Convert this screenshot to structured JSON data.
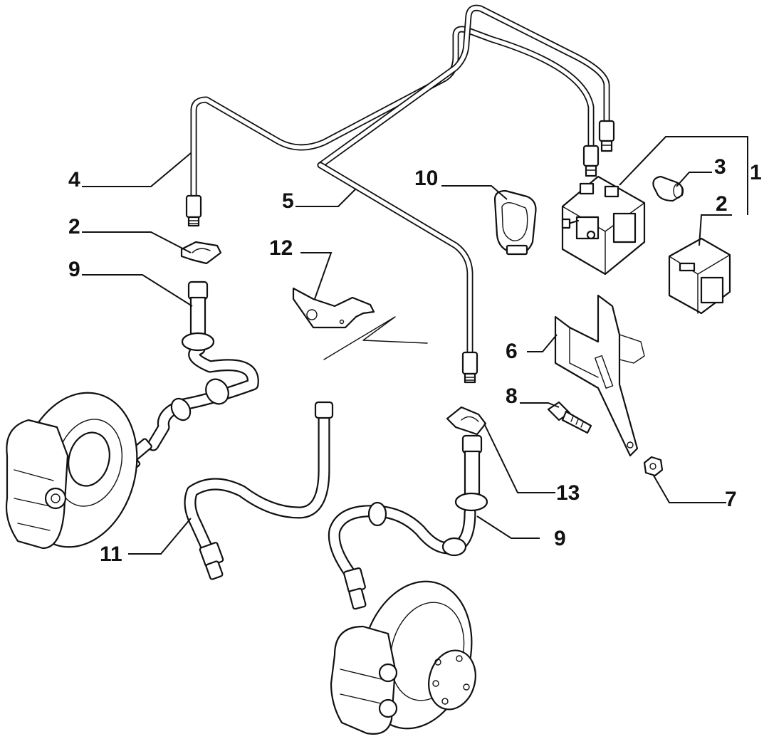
{
  "callouts": {
    "c1": "1",
    "c2a": "2",
    "c2b": "2",
    "c3": "3",
    "c4": "4",
    "c5": "5",
    "c6": "6",
    "c7": "7",
    "c8": "8",
    "c9a": "9",
    "c9b": "9",
    "c10": "10",
    "c11": "11",
    "c12": "12",
    "c13": "13"
  },
  "colors": {
    "line": "#111111",
    "background": "#ffffff"
  }
}
